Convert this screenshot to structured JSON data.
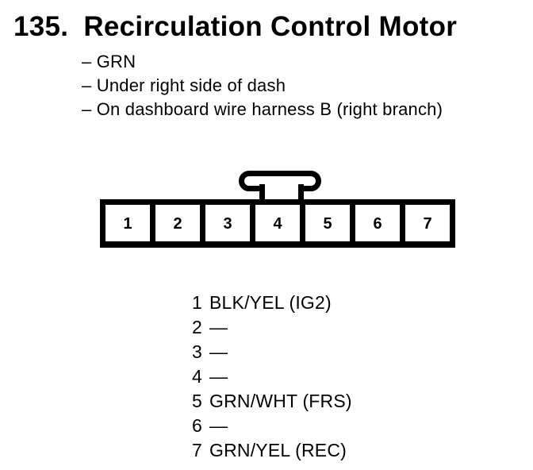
{
  "colors": {
    "ink": "#000000",
    "background": "#ffffff"
  },
  "heading": {
    "number": "135.",
    "title": "Recirculation Control Motor"
  },
  "notes": [
    "– GRN",
    "– Under right side of dash",
    "– On dashboard wire harness B (right branch)"
  ],
  "connector": {
    "cells": [
      "1",
      "2",
      "3",
      "4",
      "5",
      "6",
      "7"
    ]
  },
  "pins": [
    {
      "pin": "1",
      "label": "BLK/YEL (IG2)"
    },
    {
      "pin": "2",
      "label": "—"
    },
    {
      "pin": "3",
      "label": "—"
    },
    {
      "pin": "4",
      "label": "—"
    },
    {
      "pin": "5",
      "label": "GRN/WHT (FRS)"
    },
    {
      "pin": "6",
      "label": "—"
    },
    {
      "pin": "7",
      "label": "GRN/YEL (REC)"
    }
  ]
}
